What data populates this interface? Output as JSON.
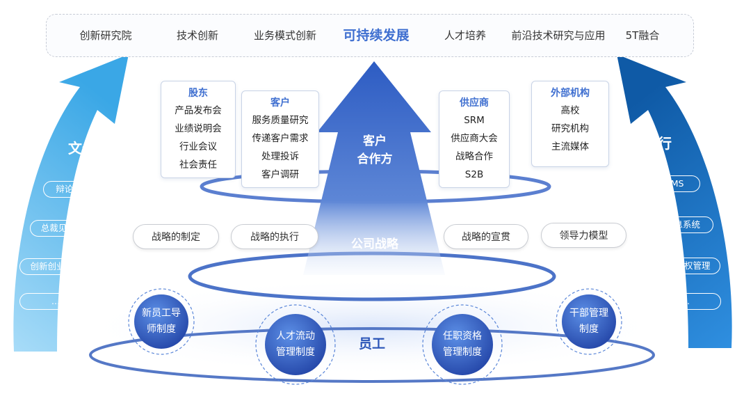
{
  "top_bar": {
    "items": [
      "创新研究院",
      "技术创新",
      "业务模式创新",
      "可持续发展",
      "人才培养",
      "前沿技术研究与应用",
      "5T融合"
    ]
  },
  "boxes": {
    "shareholders": {
      "title": "股东",
      "items": [
        "产品发布会",
        "业绩说明会",
        "行业会议",
        "社会责任"
      ]
    },
    "customers": {
      "title": "客户",
      "items": [
        "服务质量研究",
        "传递客户需求",
        "处理投诉",
        "客户调研"
      ]
    },
    "suppliers": {
      "title": "供应商",
      "items": [
        "SRM",
        "供应商大会",
        "战略合作",
        "S2B"
      ]
    },
    "external": {
      "title": "外部机构",
      "items": [
        "高校",
        "研究机构",
        "主流媒体"
      ]
    }
  },
  "center_arrow": {
    "line1": "客户",
    "line2": "合作方",
    "strategy": "公司战略"
  },
  "strategy_pills": [
    "战略的制定",
    "战略的执行",
    "战略的宣贯",
    "领导力模型"
  ],
  "employee": {
    "label": "员工",
    "circles": [
      {
        "line1": "新员工导",
        "line2": "师制度"
      },
      {
        "line1": "人才流动",
        "line2": "管理制度"
      },
      {
        "line1": "任职资格",
        "line2": "管理制度"
      },
      {
        "line1": "干部管理",
        "line2": "制度"
      }
    ]
  },
  "left_arrow": {
    "title": "文化",
    "items": [
      "辩论赛",
      "总裁见面会",
      "创新创业大赛",
      "..."
    ]
  },
  "right_arrow": {
    "title": "执行",
    "items": [
      "KMS",
      "信息系统",
      "知识产权管理",
      "..."
    ]
  },
  "colors": {
    "accent_blue": "#3f6fd0",
    "left_arrow": "#5ab9ee",
    "right_arrow": "#1a74c2",
    "deep_blue": "#2b55b8"
  }
}
